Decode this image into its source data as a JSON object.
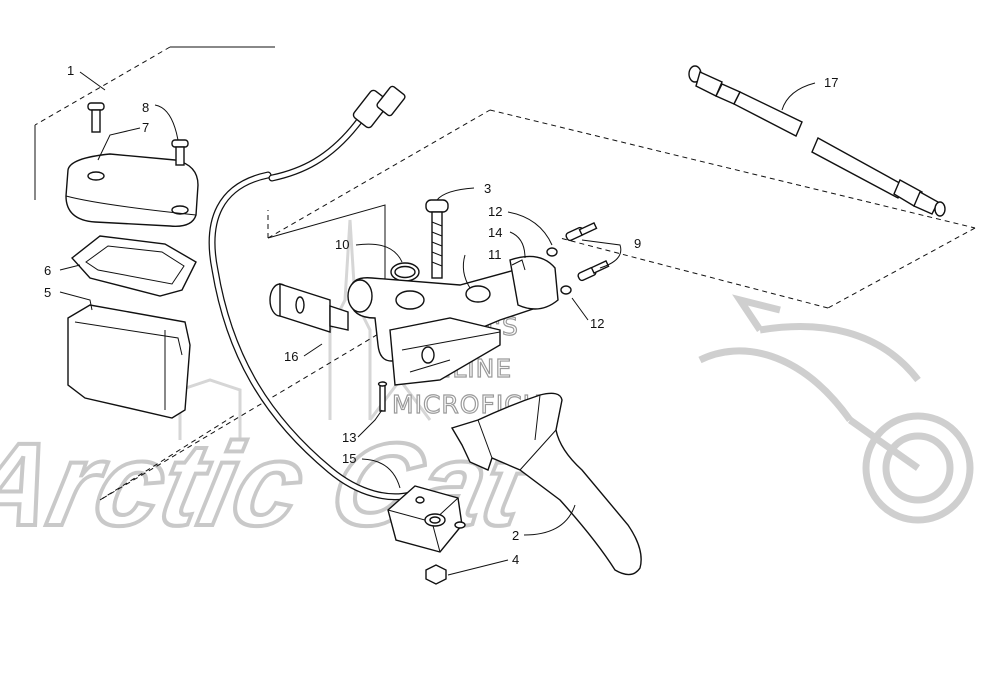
{
  "watermark": {
    "logo": "Arctic Cat",
    "lines": [
      "HLSM'S",
      "ONLINE",
      "MICROFICHE"
    ]
  },
  "callouts": [
    {
      "id": "c1",
      "label": "1"
    },
    {
      "id": "c2",
      "label": "2"
    },
    {
      "id": "c3",
      "label": "3"
    },
    {
      "id": "c4",
      "label": "4"
    },
    {
      "id": "c5",
      "label": "5"
    },
    {
      "id": "c6",
      "label": "6"
    },
    {
      "id": "c7",
      "label": "7"
    },
    {
      "id": "c8",
      "label": "8"
    },
    {
      "id": "c9",
      "label": "9"
    },
    {
      "id": "c10",
      "label": "10"
    },
    {
      "id": "c11",
      "label": "11"
    },
    {
      "id": "c12a",
      "label": "12"
    },
    {
      "id": "c12b",
      "label": "12"
    },
    {
      "id": "c13",
      "label": "13"
    },
    {
      "id": "c14",
      "label": "14"
    },
    {
      "id": "c15",
      "label": "15"
    },
    {
      "id": "c16",
      "label": "16"
    },
    {
      "id": "c17",
      "label": "17"
    }
  ]
}
